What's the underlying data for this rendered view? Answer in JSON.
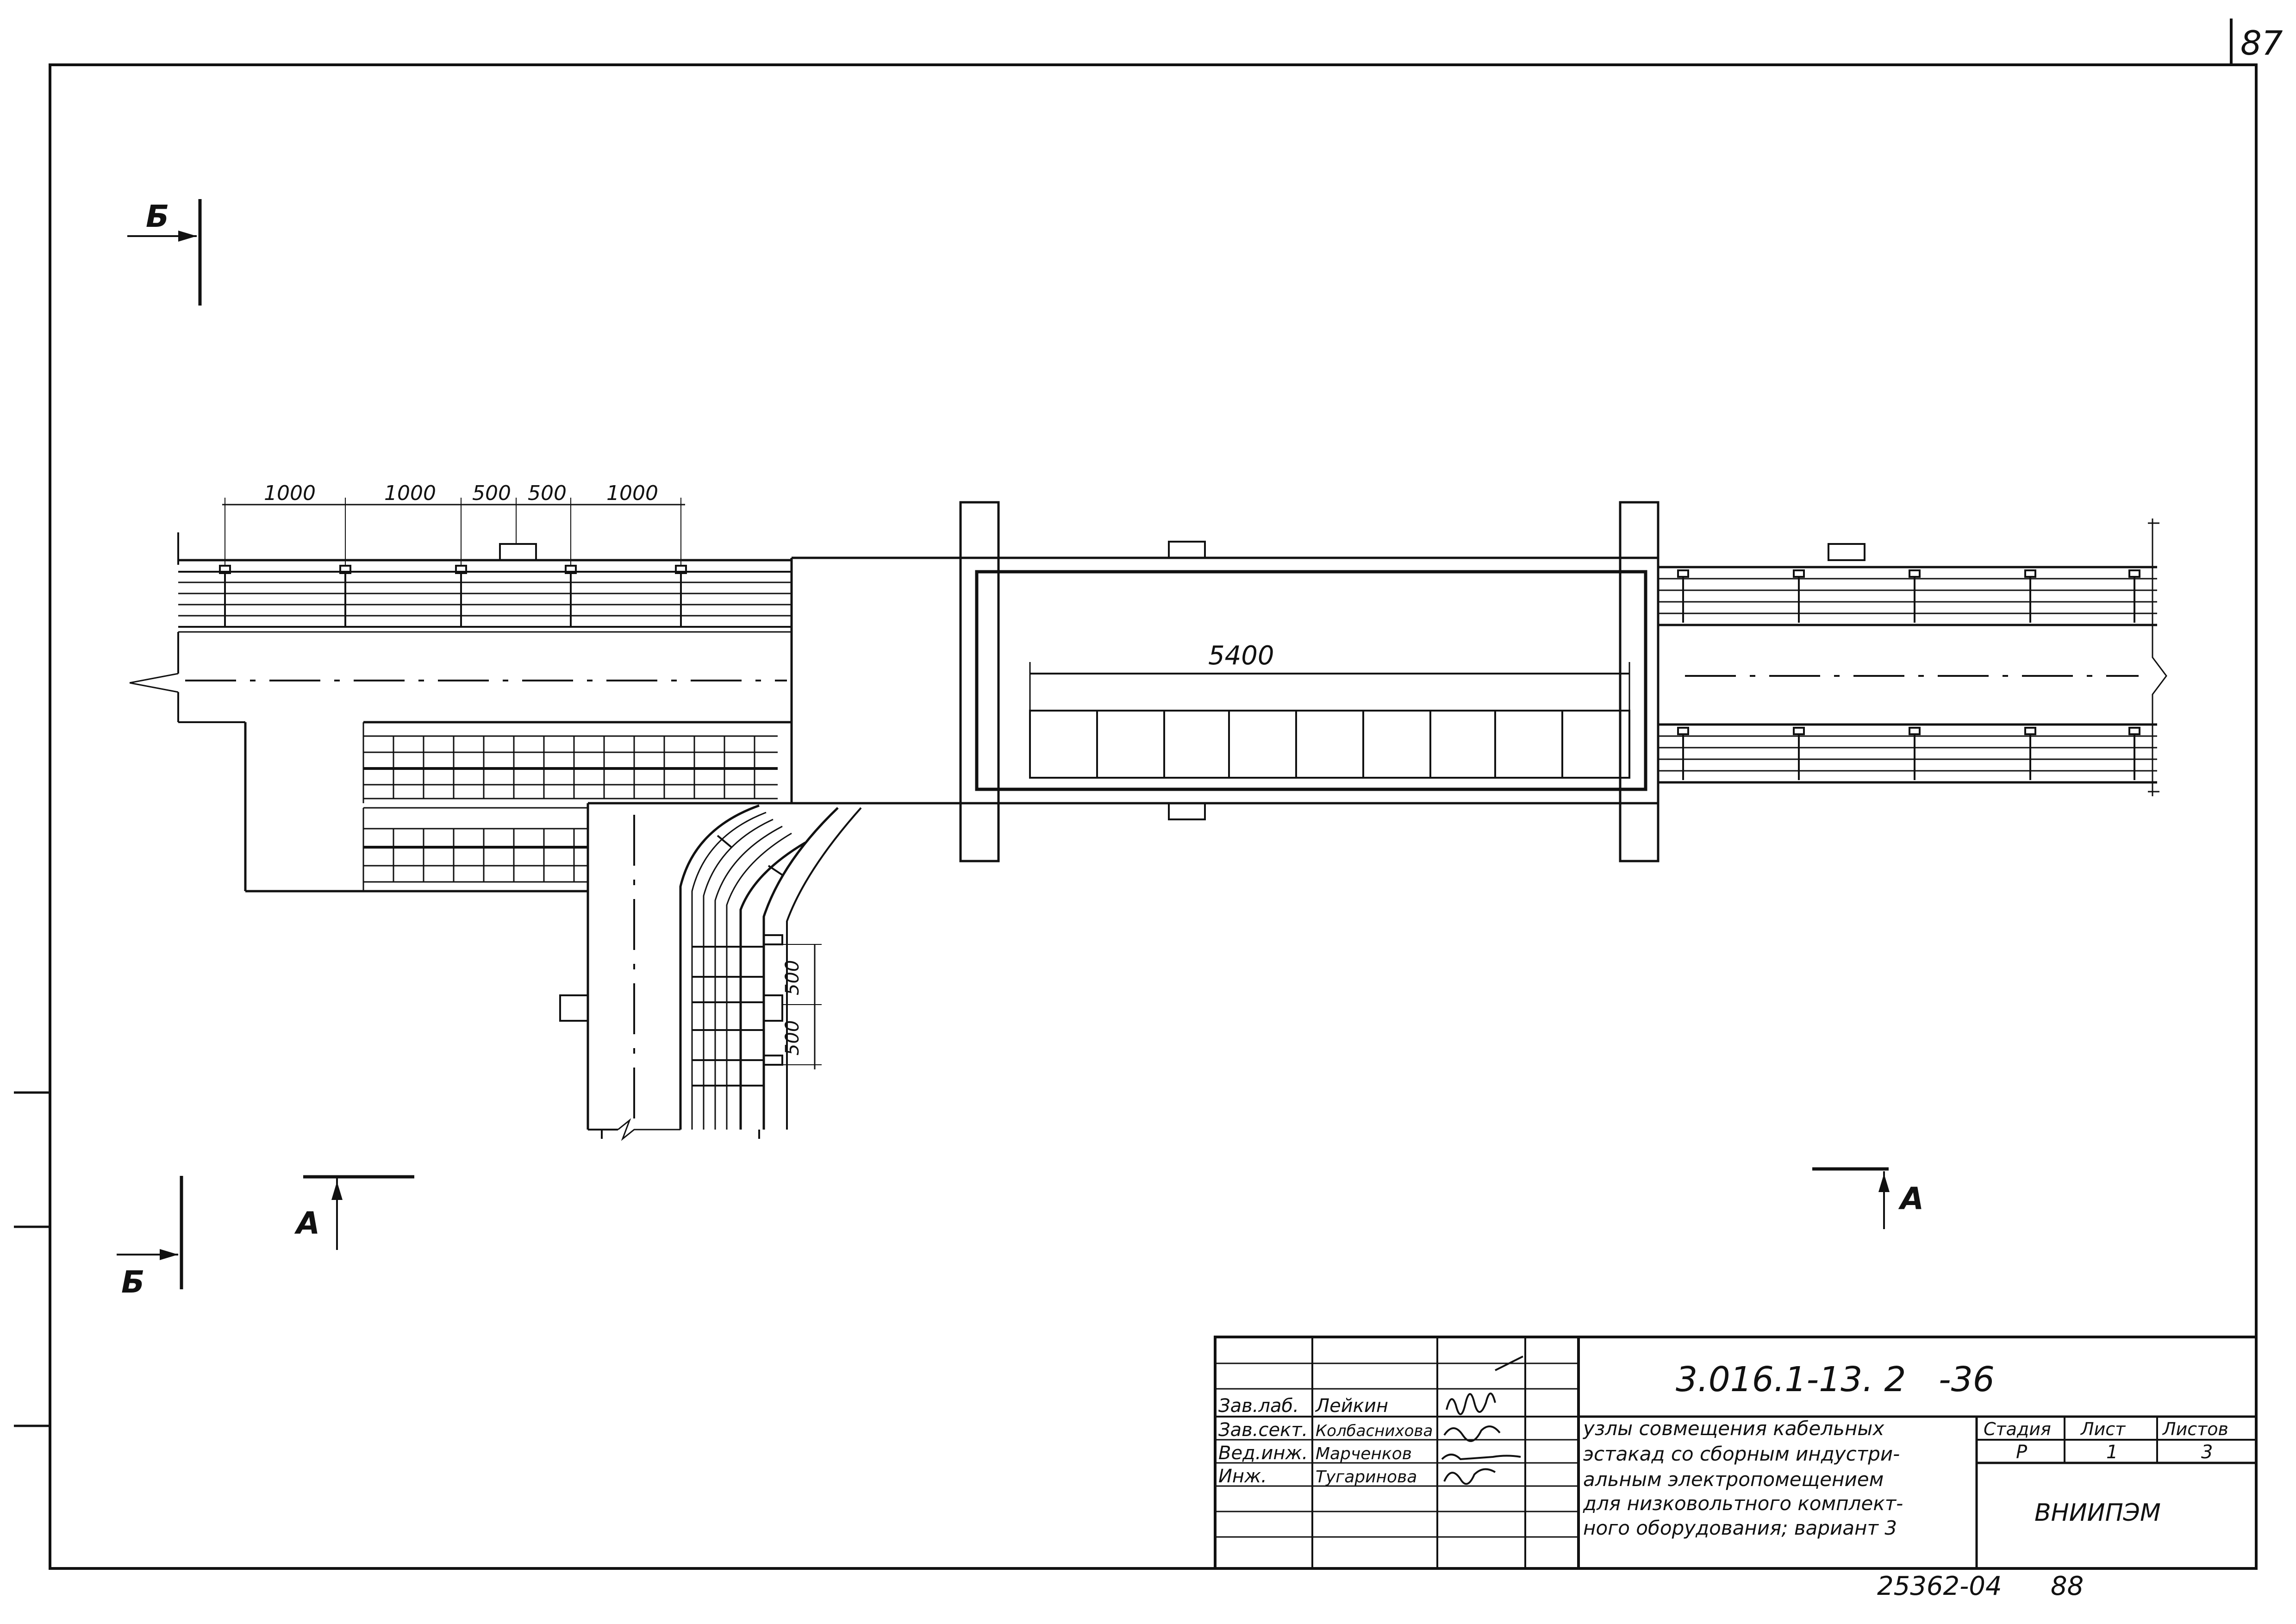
{
  "sheet": {
    "page_number": "87",
    "archive_number": "25362-04",
    "archive_page": "88"
  },
  "sections": {
    "b_label": "Б",
    "a_label": "А"
  },
  "dimensions": {
    "top_chain": [
      "1000",
      "1000",
      "500",
      "500",
      "1000"
    ],
    "span": "5400",
    "vertical_chain": [
      "500",
      "500"
    ]
  },
  "title_block": {
    "designation": "3.016.1-13. 2   -36",
    "title_lines": [
      "узлы совмещения кабельных",
      "эстакад со сборным индустри-",
      "альным электропомещением",
      "для низковольтного комплект-",
      "ного оборудования; вариант 3"
    ],
    "roles": [
      "Зав.лаб.",
      "Зав.сект.",
      "Вед.инж.",
      "Инж."
    ],
    "names": [
      "Лейкин",
      "Колбаснихова",
      "Марченков",
      "Тугаринова"
    ],
    "stage_header": "Стадия",
    "sheet_header": "Лист",
    "sheets_header": "Листов",
    "stage_value": "Р",
    "sheet_value": "1",
    "sheets_value": "3",
    "organization": "ВНИИПЭМ"
  }
}
